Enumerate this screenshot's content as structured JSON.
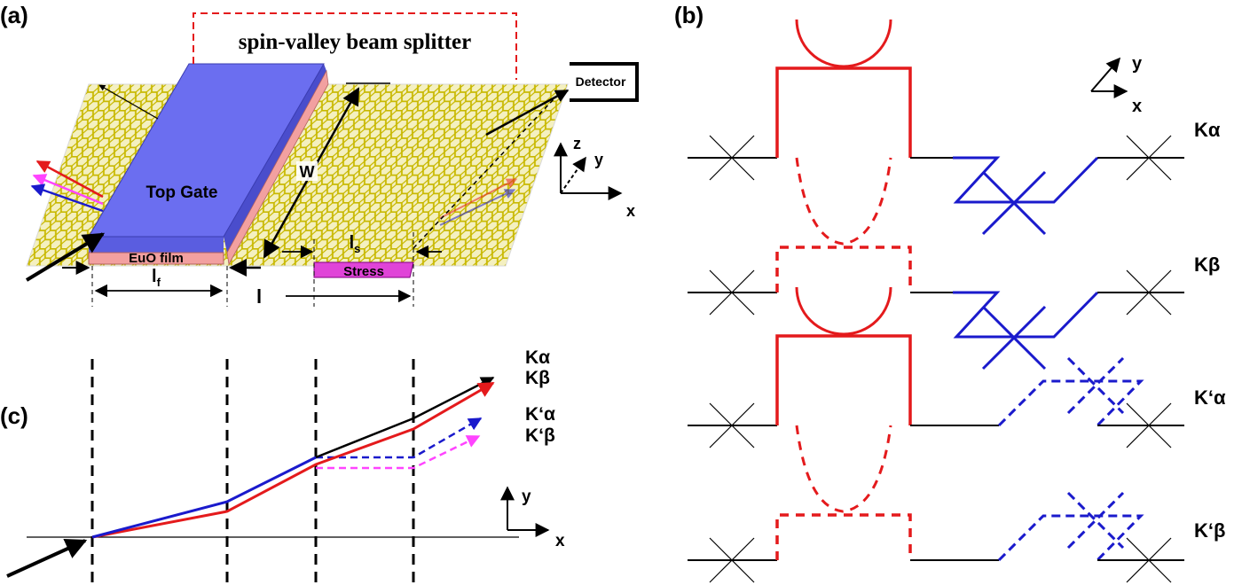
{
  "panel_a": {
    "label": "(a)",
    "splitter_label": "spin-valley beam splitter",
    "top_gate": "Top Gate",
    "film": "EuO film",
    "stress": "Stress",
    "width": "W",
    "detector": "Detector",
    "lf": "l",
    "lf_sub": "f",
    "gap": "l",
    "ls": "l",
    "ls_sub": "s",
    "axes": {
      "z": "z",
      "y": "y",
      "x": "x"
    },
    "colors": {
      "gate": "#6b6ef0",
      "film": "#f2a0a0",
      "stress": "#e044d8",
      "graphene": "#e8d800"
    }
  },
  "panel_b": {
    "label": "(b)",
    "rows": [
      "Kα",
      "Kβ",
      "K‘α",
      "K‘β"
    ],
    "axes": {
      "y": "y",
      "x": "x"
    },
    "colors": {
      "barrier": "#e41a1c",
      "strain": "#1a1acc",
      "lead": "#000000"
    }
  },
  "panel_c": {
    "label": "(c)",
    "legend": [
      {
        "text": "Kα",
        "color": "#000000"
      },
      {
        "text": "Kβ",
        "color": "#000000"
      },
      {
        "text": "K‘α",
        "color": "#000000"
      },
      {
        "text": "K‘β",
        "color": "#000000"
      }
    ],
    "axes": {
      "y": "y",
      "x": "x"
    },
    "colors": {
      "black": "#000000",
      "blue": "#1a1acc",
      "red": "#e41a1c",
      "magenta": "#ff44ff"
    }
  }
}
